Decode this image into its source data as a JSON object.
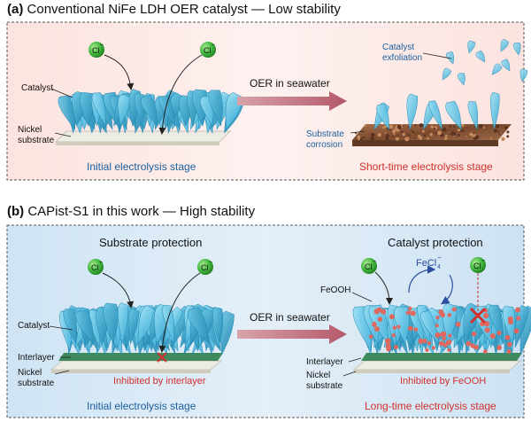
{
  "panel_a": {
    "tag": "(a)",
    "heading": "Conventional NiFe LDH OER catalyst — Low stability",
    "label_catalyst": "Catalyst",
    "label_nickel_1": "Nickel",
    "label_nickel_2": "substrate",
    "ion_label": "Cl",
    "ion_charge": "−",
    "arrow_label": "OER in seawater",
    "label_exfoliation_1": "Catalyst",
    "label_exfoliation_2": "exfoliation",
    "label_corrosion_1": "Substrate",
    "label_corrosion_2": "corrosion",
    "stage_left": "Initial electrolysis stage",
    "stage_right": "Short-time electrolysis stage"
  },
  "panel_b": {
    "tag": "(b)",
    "heading": "CAPist-S1 in this work — High stability",
    "title_left": "Substrate protection",
    "title_right": "Catalyst protection",
    "label_catalyst": "Catalyst",
    "label_interlayer": "Interlayer",
    "label_nickel_1": "Nickel",
    "label_nickel_2": "substrate",
    "label_interlayer_right": "Interlayer",
    "label_nickel_right_1": "Nickel",
    "label_nickel_right_2": "substrate",
    "label_feooh": "FeOOH",
    "label_fecl_base": "FeCl",
    "label_fecl_sub": "4",
    "label_fecl_sup": "−",
    "ion_label": "Cl",
    "ion_charge": "−",
    "arrow_label": "OER in seawater",
    "inhibited_left": "Inhibited by interlayer",
    "inhibited_right": "Inhibited by FeOOH",
    "stage_left": "Initial electrolysis stage",
    "stage_right": "Long-time electrolysis stage"
  },
  "colors": {
    "panel_a_bg": "#fbe9e6",
    "panel_b_bg": "#d6e8f6",
    "catalyst": "#5cc6e8",
    "catalyst_dark": "#2f9cc4",
    "interlayer": "#3e8a5a",
    "substrate": "#e4e0d4",
    "corroded": "#8a5a3c",
    "ion": "#4cc04a",
    "blue_text": "#1b5f9e",
    "red_text": "#d0312d",
    "arrow": "#c97a86"
  }
}
